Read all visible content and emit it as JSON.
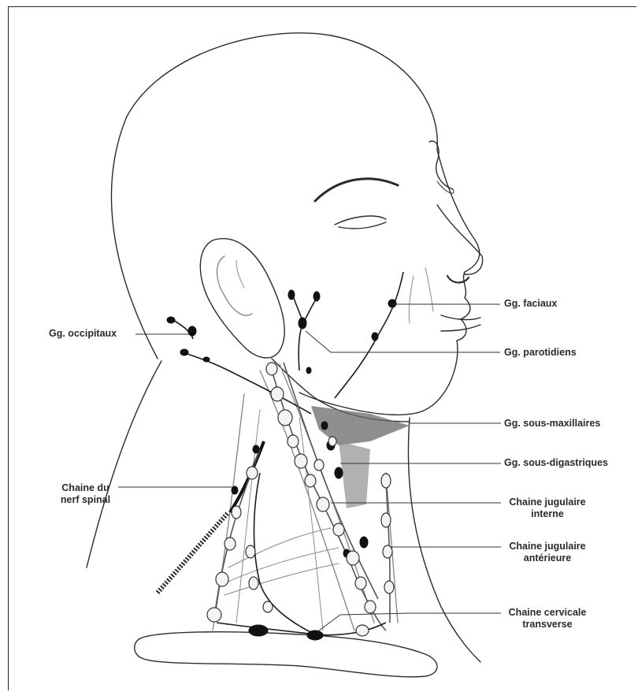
{
  "labels": {
    "occipitaux": "Gg. occipitaux",
    "faciaux": "Gg. faciaux",
    "parotidiens": "Gg. parotidiens",
    "sous_maxillaires": "Gg. sous-maxillaires",
    "sous_digastriques": "Gg. sous-digastriques",
    "nerf_spinal_1": "Chaine du",
    "nerf_spinal_2": "nerf spinal",
    "jugulaire_interne_1": "Chaine jugulaire",
    "jugulaire_interne_2": "interne",
    "jugulaire_anterieure_1": "Chaine jugulaire",
    "jugulaire_anterieure_2": "antérieure",
    "cervicale_transverse_1": "Chaine cervicale",
    "cervicale_transverse_2": "transverse"
  },
  "colors": {
    "line": "#2b2b2b",
    "light_line": "#8a8a8a",
    "node_dark": "#111111",
    "node_light": "#f4f4f4",
    "muscle": "#6a6a6a"
  }
}
